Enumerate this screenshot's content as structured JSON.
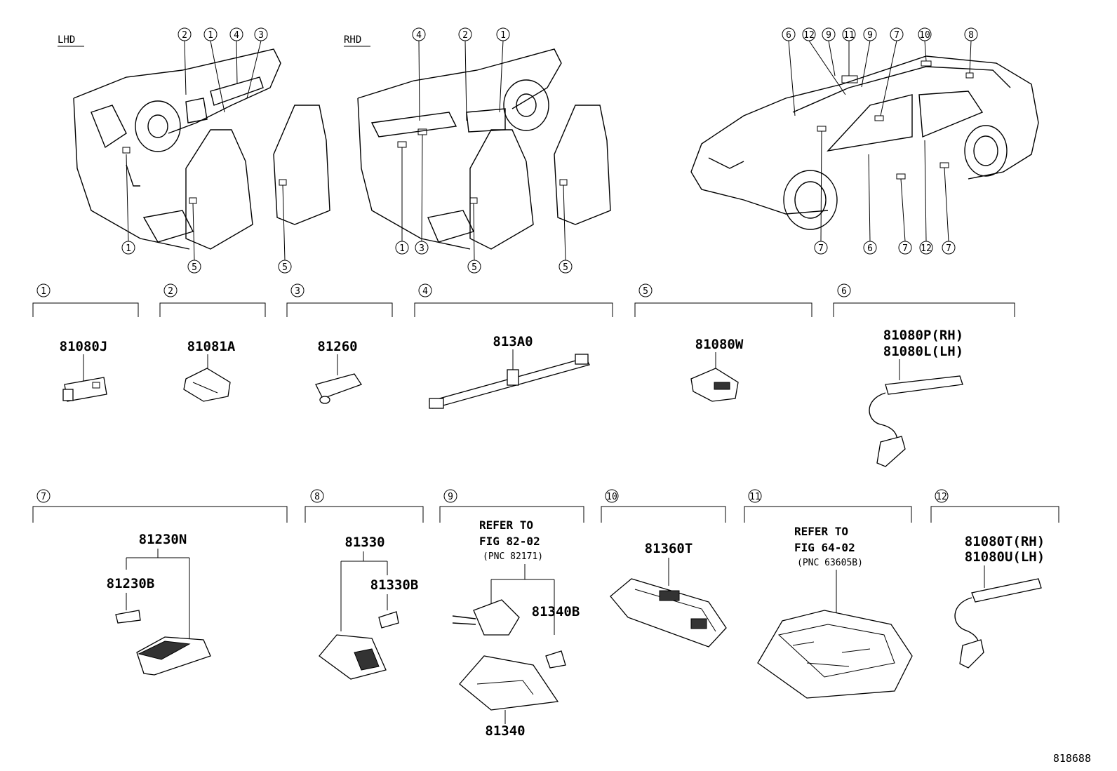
{
  "overview": {
    "lhd_label": "LHD",
    "rhd_label": "RHD",
    "lhd_callouts": [
      "2",
      "1",
      "4",
      "3",
      "1",
      "5",
      "5"
    ],
    "rhd_callouts": [
      "4",
      "2",
      "1",
      "1",
      "3",
      "5",
      "5"
    ],
    "car_callouts_top": [
      "6",
      "12",
      "9",
      "11",
      "9",
      "7",
      "10",
      "8"
    ],
    "car_callouts_bottom": [
      "7",
      "6",
      "7",
      "12",
      "7"
    ]
  },
  "sections": [
    {
      "num": "1",
      "parts": [
        "81080J"
      ]
    },
    {
      "num": "2",
      "parts": [
        "81081A"
      ]
    },
    {
      "num": "3",
      "parts": [
        "81260"
      ]
    },
    {
      "num": "4",
      "parts": [
        "813A0"
      ]
    },
    {
      "num": "5",
      "parts": [
        "81080W"
      ]
    },
    {
      "num": "6",
      "parts": [
        "81080P(RH)",
        "81080L(LH)"
      ]
    },
    {
      "num": "7",
      "parts": [
        "81230N",
        "81230B"
      ]
    },
    {
      "num": "8",
      "parts": [
        "81330",
        "81330B"
      ]
    },
    {
      "num": "9",
      "refer": [
        "REFER TO",
        "FIG 82-02",
        "(PNC 82171)"
      ],
      "parts": [
        "81340B",
        "81340"
      ]
    },
    {
      "num": "10",
      "parts": [
        "81360T"
      ]
    },
    {
      "num": "11",
      "refer": [
        "REFER TO",
        "FIG 64-02",
        "(PNC 63605B)"
      ],
      "parts": []
    },
    {
      "num": "12",
      "parts": [
        "81080T(RH)",
        "81080U(LH)"
      ]
    }
  ],
  "figure_number": "818688"
}
